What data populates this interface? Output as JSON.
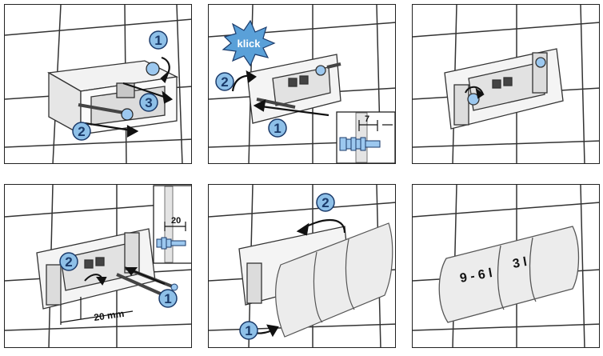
{
  "panels": [
    {
      "steps": [
        "1",
        "2",
        "3"
      ]
    },
    {
      "steps": [
        "2",
        "1"
      ],
      "callout": "klick",
      "inset_label": "7"
    },
    {
      "steps": []
    },
    {
      "steps": [
        "2",
        "1"
      ],
      "inset_label": "20",
      "dimension_label": "20 mm"
    },
    {
      "steps": [
        "2",
        "1"
      ]
    },
    {
      "steps": [],
      "button_left": "9 - 6 l",
      "button_right": "3 l"
    }
  ],
  "colors": {
    "badge_fill": "#8ec0e8",
    "badge_stroke": "#1a3a6a",
    "burst_fill": "#5aa0d8",
    "tile_line": "#333333"
  }
}
